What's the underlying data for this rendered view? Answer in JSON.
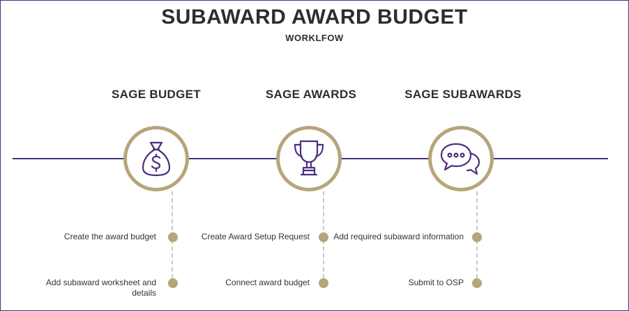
{
  "title": "SUBAWARD AWARD BUDGET",
  "subtitle": "WORKLFOW",
  "colors": {
    "accent": "#4b2e83",
    "gold": "#b7a57a"
  },
  "columns": [
    {
      "title": "SAGE BUDGET",
      "icon": "money-bag-icon",
      "steps": [
        "Create the award budget",
        "Add subaward worksheet and details"
      ]
    },
    {
      "title": "SAGE AWARDS",
      "icon": "trophy-icon",
      "steps": [
        "Create Award Setup Request",
        "Connect award budget"
      ]
    },
    {
      "title": "SAGE SUBAWARDS",
      "icon": "chat-bubbles-icon",
      "steps": [
        "Add required subaward information",
        "Submit to OSP"
      ]
    }
  ]
}
